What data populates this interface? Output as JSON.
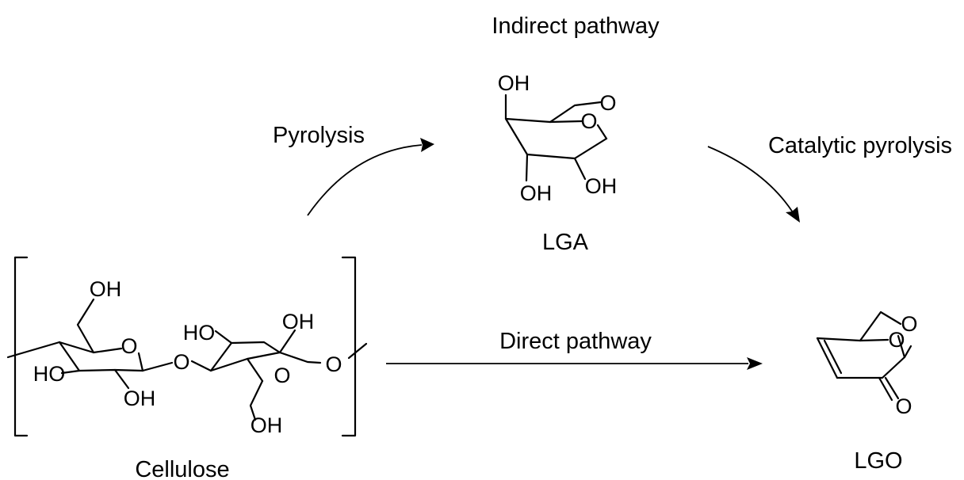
{
  "labels": {
    "indirect_pathway": "Indirect pathway",
    "pyrolysis": "Pyrolysis",
    "catalytic_pyrolysis": "Catalytic pyrolysis",
    "direct_pathway": "Direct pathway",
    "lga": "LGA",
    "cellulose": "Cellulose",
    "lgo": "LGO"
  },
  "atoms": {
    "lga_oh_top": "OH",
    "lga_o_bridge": "O",
    "lga_o_ring": "O",
    "lga_oh_left": "OH",
    "lga_oh_right": "OH",
    "cel_oh_ch2_left": "OH",
    "cel_o_ring_left": "O",
    "cel_ho_left": "HO",
    "cel_oh_left_bottom": "OH",
    "cel_o_glycosidic": "O",
    "cel_ho_right": "HO",
    "cel_oh_right_top": "OH",
    "cel_o_ring_right": "O",
    "cel_o_terminal": "O",
    "cel_oh_ch2_right": "OH",
    "lgo_o_bridge": "O",
    "lgo_o_ring": "O",
    "lgo_o_carbonyl": "O"
  }
}
